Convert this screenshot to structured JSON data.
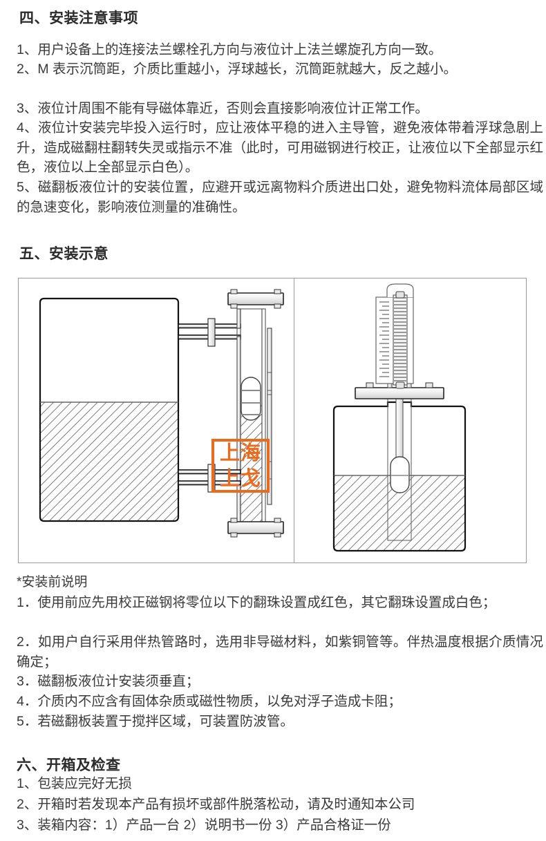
{
  "document": {
    "language": "zh-CN",
    "type": "installation-manual-page"
  },
  "sections": {
    "notes": {
      "heading": "四、安装注意事项",
      "items": [
        "1、用户设备上的连接法兰螺栓孔方向与液位计上法兰螺旋孔方向一致。",
        "2、M 表示沉筒距，介质比重越小，浮球越长，沉筒距就越大，反之越小。",
        "3、液位计周围不能有导磁体靠近，否则会直接影响液位计正常工作。",
        "4、液位计安装完毕投入运行时，应让液体平稳的进入主导管，避免液体带着浮球急剧上升，造成磁翻柱翻转失灵或指示不准（此时，可用磁钢进行校正，让液位以下全部显示红色，液位以上全部显示白色）。",
        "5、磁翻板液位计的安装位置，应避开或远离物料介质进出口处，避免物料流体局部区域的急速变化，影响液位测量的准确性。"
      ]
    },
    "diagram": {
      "heading": "五、安装示意",
      "watermark": {
        "line1": "上海",
        "line2": "上戈",
        "color": "#ED6A1C"
      },
      "panels": [
        {
          "name": "side-mounted-level-gauge"
        },
        {
          "name": "top-mounted-level-gauge"
        }
      ]
    },
    "pre_install": {
      "heading": "*安装前说明",
      "items": [
        "1．使用前应先用校正磁钢将零位以下的翻珠设置成红色，其它翻珠设置成白色；",
        "2．如用户自行采用伴热管路时，选用非导磁材料，如紫铜管等。伴热温度根据介质情况确定；",
        "3．磁翻板液位计安装须垂直；",
        "4．介质内不应含有固体杂质或磁性物质，以免对浮子造成卡阻；",
        "5．若磁翻板装置于搅拌区域，可装置防波管。"
      ]
    },
    "unboxing": {
      "heading": "六、开箱及检查",
      "items": [
        "1、包装应完好无损",
        "2、开箱时若发现本产品有损坏或部件脱落松动，请及时通知本公司",
        "3、装箱内容：1）产品一台 2）说明书一份 3）产品合格证一份"
      ]
    }
  }
}
